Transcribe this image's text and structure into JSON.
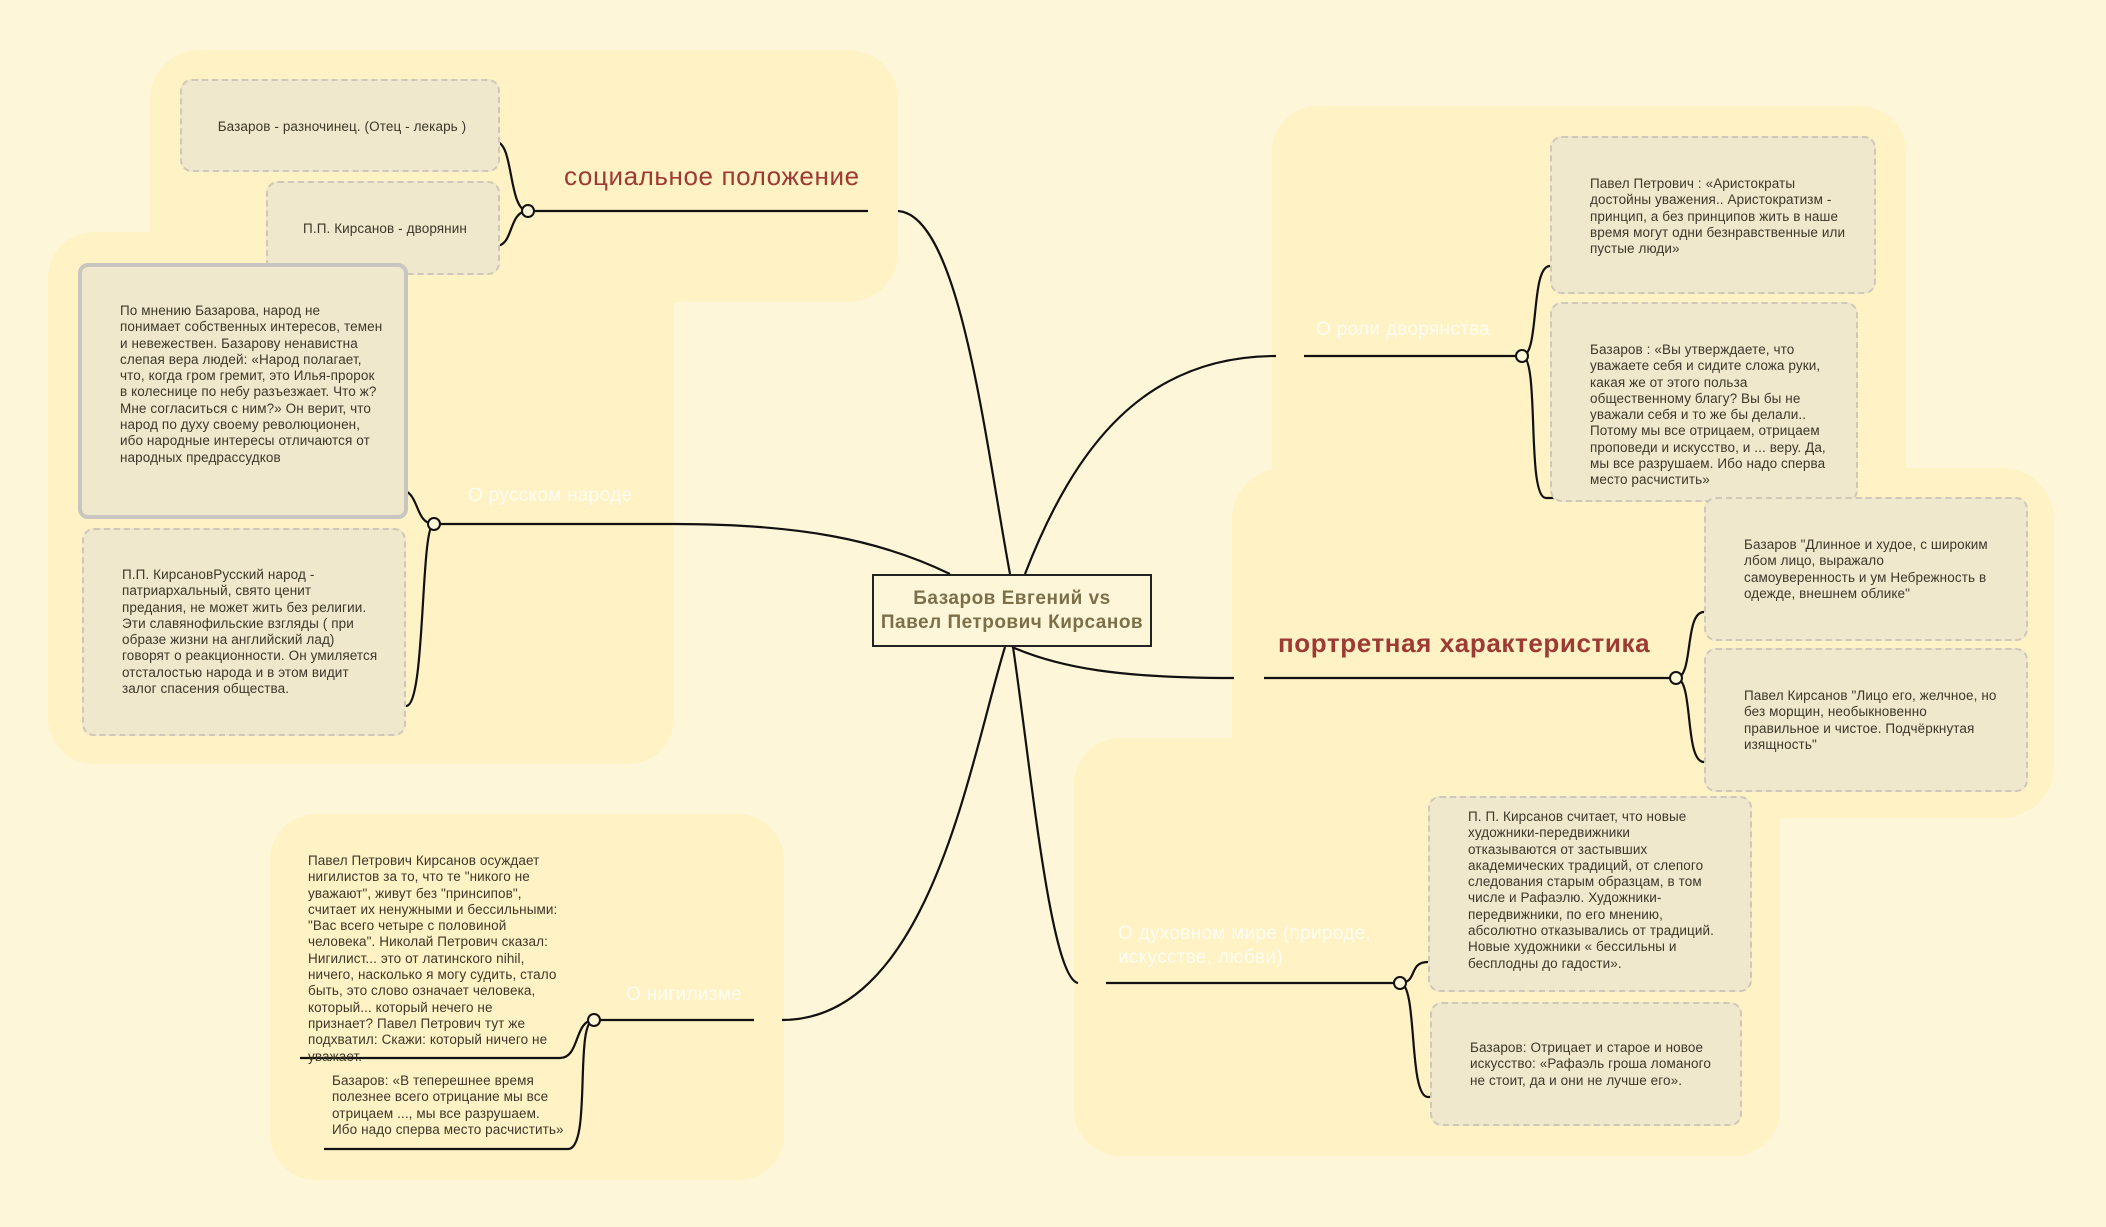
{
  "central_topic": {
    "line1": "Базаров Евгений vs",
    "line2": "Павел Петрович Кирсанов"
  },
  "branches": {
    "social": {
      "title": "социальное положение",
      "notes": [
        "Базаров - разночинец. (Отец - лекарь )",
        "П.П. Кирсанов - дворянин"
      ]
    },
    "people": {
      "title": "О русском народе",
      "notes": [
        "По мнению Базарова, народ не понимает собственных интересов, темен и невежествен. Базарову ненавистна слепая вера людей: «Народ полагает, что, когда гром гремит, это Илья-пророк в колеснице по небу разъезжает. Что ж? Мне согласиться с ним?» Он верит, что народ по духу своему революционен, ибо народные интересы отличаются от народных предрассудков",
        "П.П. КирсановРусский народ - патриархальный, свято ценит предания, не может жить без религии. Эти славянофильские взгляды ( при образе жизни на английский лад) говорят о реакционности. Он умиляется отсталостью народа и в этом видит залог спасения общества."
      ]
    },
    "nihilism": {
      "title": "О нигилизме",
      "notes": [
        "Павел Петрович Кирсанов осуждает нигилистов за то, что те \"никого не уважают\", живут без \"принсипов\", считает их ненужными и бессильными: \"Вас всего четыре с половиной человека\". Николай Петрович сказал: Нигилист... это от латинского nihil, ничего, насколько я могу судить, стало быть, это слово означает человека, который... который нечего не признает? Павел Петрович тут же подхватил: Скажи: который ничего не уважает.",
        "Базаров: «В теперешнее время полезнее всего отрицание мы все отрицаем ..., мы все разрушаем. Ибо надо сперва место расчистить»"
      ]
    },
    "nobility": {
      "title": "О роли дворянства",
      "notes": [
        "Павел Петрович : «Аристократы достойны уважения.. Аристократизм - принцип, а без принципов жить в наше время могут одни безнравственные или пустые люди»",
        "Базаров : «Вы утверждаете, что уважаете себя и сидите сложа руки, какая же от этого польза общественному благу? Вы бы не уважали себя и то же бы делали.. Потому мы все отрицаем, отрицаем проповеди и искусство, и ... веру. Да, мы все разрушаем. Ибо надо сперва место расчистить»"
      ]
    },
    "portrait": {
      "title": "портретная характеристика",
      "notes": [
        "Базаров \"Длинное и худое, с широким лбом лицо, выражало самоуверенность и ум Небрежность в одежде, внешнем облике\"",
        "Павел Кирсанов \"Лицо его, желчное, но без морщин, необыкновенно правильное и чистое. Подчёркнутая изящность\""
      ]
    },
    "spiritual": {
      "title": "О духовном мире (природе, искусстве, любви)",
      "notes": [
        "П. П. Кирсанов считает, что новые художники-передвижники отказываются от застывших академических традиций, от слепого следования старым образцам, в том числе и Рафаэлю. Художники- передвижники, по его мнению, абсолютно отказывались от традиций. Новые художники « бессильны и бесплодны до гадости».",
        "Базаров: Отрицает и старое и новое искусство: «Рафаэль гроша ломаного не стоит, да и они не лучше его»."
      ]
    }
  },
  "colors": {
    "background": "#fdf6d8",
    "branch_area": "#fff2c4",
    "note_fill": "#f0e8cc",
    "main_topic": "#9c3a33",
    "central_text": "#7c6f49"
  }
}
